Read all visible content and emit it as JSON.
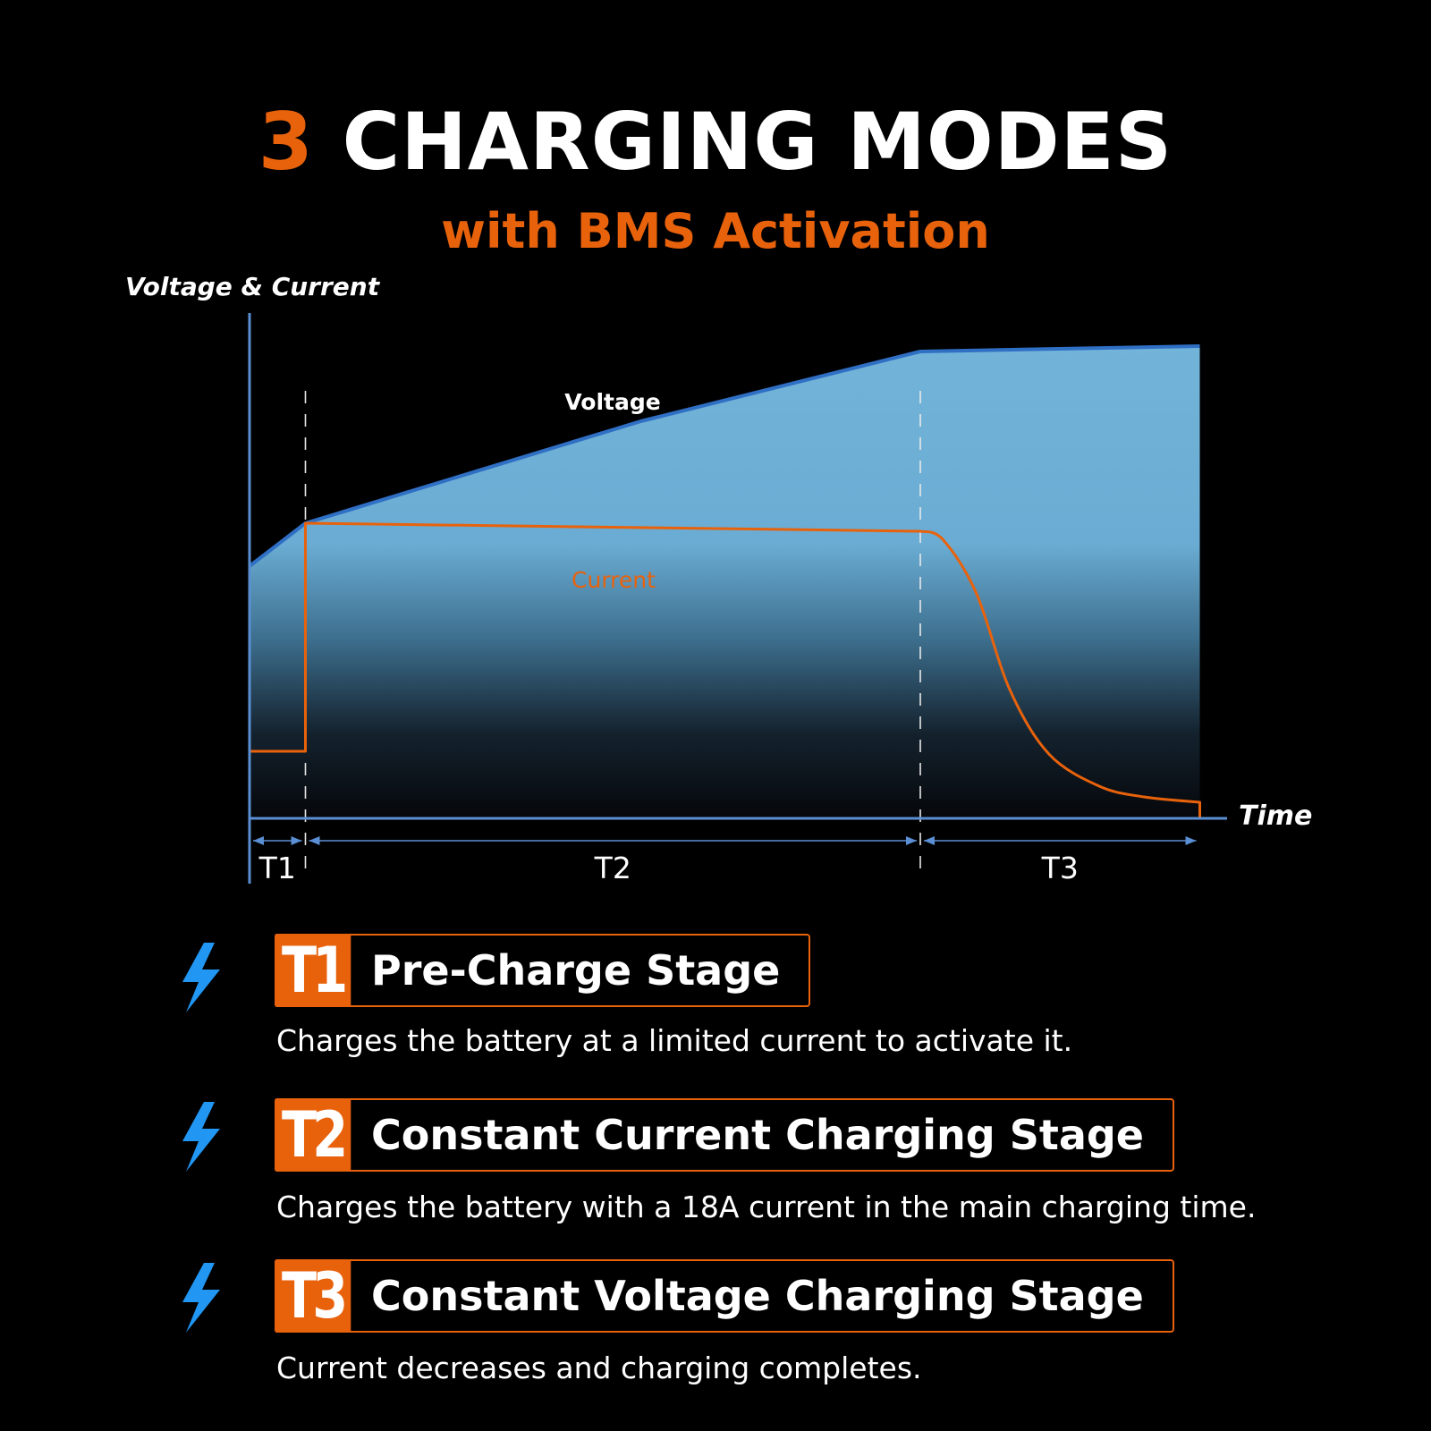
{
  "header": {
    "title_number": "3",
    "title_text": "CHARGING MODES",
    "subtitle": "with BMS Activation"
  },
  "chart_data": {
    "type": "area",
    "title": "3 CHARGING MODES",
    "subtitle": "with BMS Activation",
    "ylabel": "Voltage & Current",
    "xlabel": "Time",
    "x_axis_numbers": false,
    "grid": false,
    "colors": {
      "background": "#000000",
      "axis": "#5b8fd4",
      "voltage_line": "#2f6fc4",
      "voltage_fill_top": "#72b3d9",
      "current_line": "#e8620c",
      "divider": "#e8e8e8"
    },
    "xlim": [
      0,
      17.5
    ],
    "ylim": [
      0,
      100
    ],
    "series": [
      {
        "name": "Voltage",
        "points": [
          [
            0,
            47
          ],
          [
            1,
            55
          ],
          [
            7,
            74
          ],
          [
            12,
            87
          ],
          [
            17,
            88
          ]
        ]
      },
      {
        "name": "Current",
        "points": [
          [
            0,
            12.5
          ],
          [
            1,
            12.5
          ],
          [
            1,
            55
          ],
          [
            12,
            53.5
          ],
          [
            12.4,
            52
          ],
          [
            13,
            42
          ],
          [
            13.6,
            24
          ],
          [
            14.3,
            12
          ],
          [
            15.2,
            6
          ],
          [
            16,
            4
          ],
          [
            17,
            3
          ],
          [
            17,
            0
          ]
        ],
        "curve": [
          [
            12,
            53.5
          ],
          [
            12.4,
            52
          ],
          [
            13,
            42
          ],
          [
            13.6,
            24
          ],
          [
            14.3,
            12
          ],
          [
            15.2,
            6
          ],
          [
            16,
            4
          ],
          [
            17,
            3
          ]
        ]
      }
    ],
    "stages": [
      {
        "name": "T1",
        "start": 0,
        "end": 1
      },
      {
        "name": "T2",
        "start": 1,
        "end": 12
      },
      {
        "name": "T3",
        "start": 12,
        "end": 17
      }
    ]
  },
  "stages": [
    {
      "code": "T1",
      "name": "Pre-Charge Stage",
      "desc": "Charges the battery at a limited current to activate it."
    },
    {
      "code": "T2",
      "name": "Constant Current Charging Stage",
      "desc": "Charges the battery with a 18A current in the main charging time."
    },
    {
      "code": "T3",
      "name": "Constant Voltage Charging Stage",
      "desc": "Current decreases and charging completes."
    }
  ],
  "icons": {
    "bolt": "lightning-bolt-icon",
    "bolt_color": "#2196f3"
  }
}
